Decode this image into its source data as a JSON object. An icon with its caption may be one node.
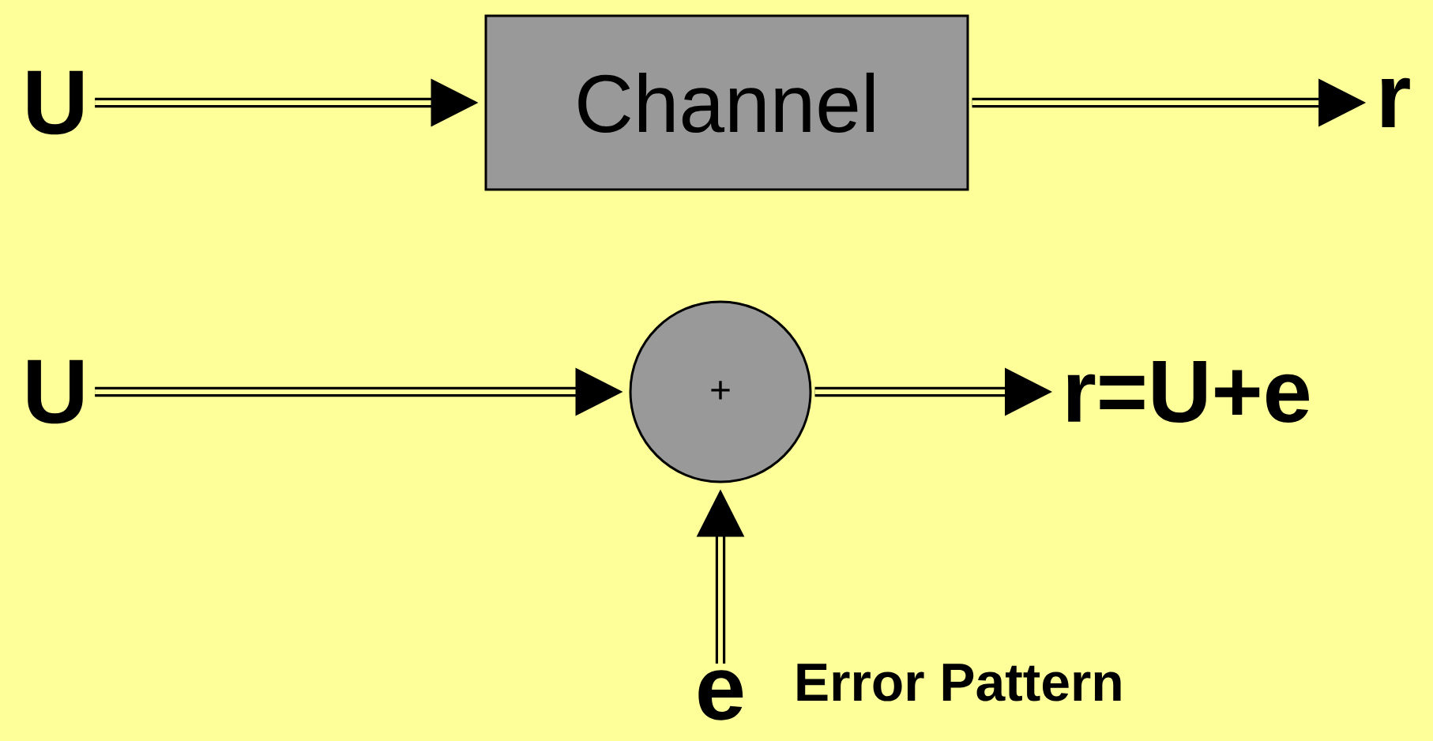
{
  "diagram": {
    "nodes": [
      {
        "text": [
          "U"
        ]
      },
      {
        "text": [
          "Channel"
        ]
      },
      {
        "text": [
          "r"
        ]
      },
      {
        "text": [
          "U"
        ]
      },
      {
        "text": [
          "+"
        ]
      },
      {
        "text": [
          "r=U+e"
        ]
      },
      {
        "text": [
          "e"
        ]
      }
    ],
    "labels": [
      "Error Pattern"
    ],
    "edges": [
      {
        "from": 0,
        "to": 1,
        "arrow": "to"
      },
      {
        "from": 1,
        "to": 2,
        "arrow": "to"
      },
      {
        "from": 3,
        "to": 4,
        "arrow": "to"
      },
      {
        "from": 4,
        "to": 5,
        "arrow": "to"
      },
      {
        "from": 6,
        "to": 4,
        "arrow": "to"
      }
    ]
  }
}
